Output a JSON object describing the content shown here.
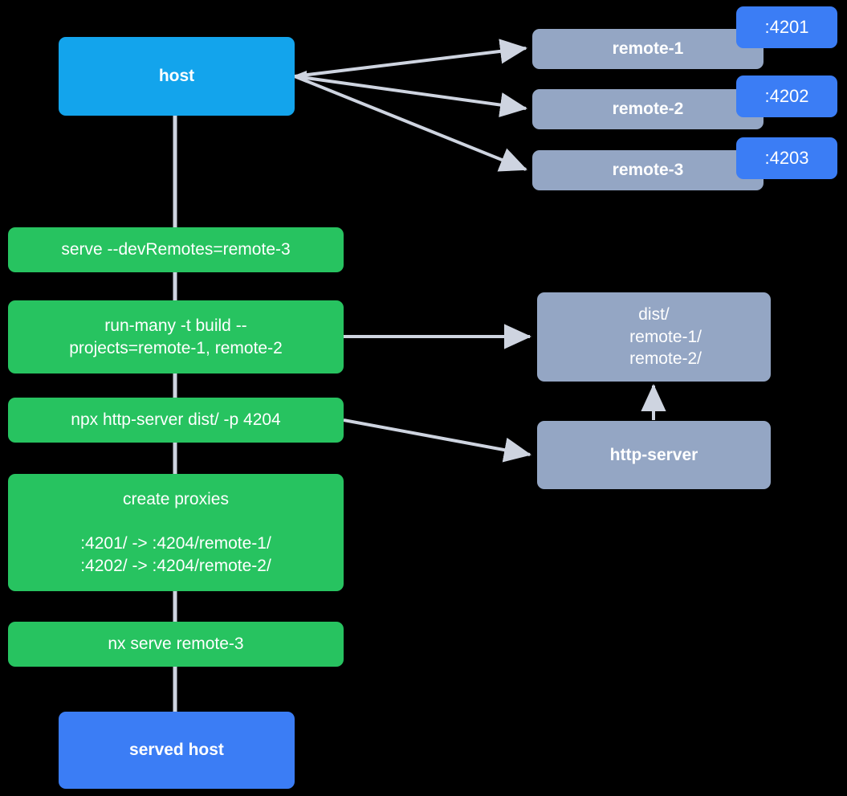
{
  "diagram": {
    "title": "Nx module federation host and remotes serving flow",
    "background": "#000000",
    "colors": {
      "host": "#13a4ec",
      "served_host": "#3b7df5",
      "remote": "#94a6c4",
      "command": "#27c360",
      "artifact": "#94a6c4",
      "service": "#94a6c4",
      "badge": "#3b7df5",
      "edge": "#ced4e0",
      "text": "#ffffff"
    }
  },
  "nodes": {
    "host": {
      "label": "host"
    },
    "served_host": {
      "label": "served host"
    },
    "remotes": [
      {
        "label": "remote-1",
        "port": ":4201"
      },
      {
        "label": "remote-2",
        "port": ":4202"
      },
      {
        "label": "remote-3",
        "port": ":4203"
      }
    ],
    "commands": [
      {
        "label": "serve --devRemotes=remote-3"
      },
      {
        "label": "run-many -t build --\nprojects=remote-1, remote-2"
      },
      {
        "label": "npx http-server dist/ -p 4204"
      },
      {
        "label": "create proxies\n\n:4201/ -> :4204/remote-1/\n:4202/ -> :4204/remote-2/"
      },
      {
        "label": "nx serve remote-3"
      }
    ],
    "artifact": {
      "label": "dist/\n     remote-1/\n     remote-2/"
    },
    "service": {
      "label": "http-server"
    }
  }
}
